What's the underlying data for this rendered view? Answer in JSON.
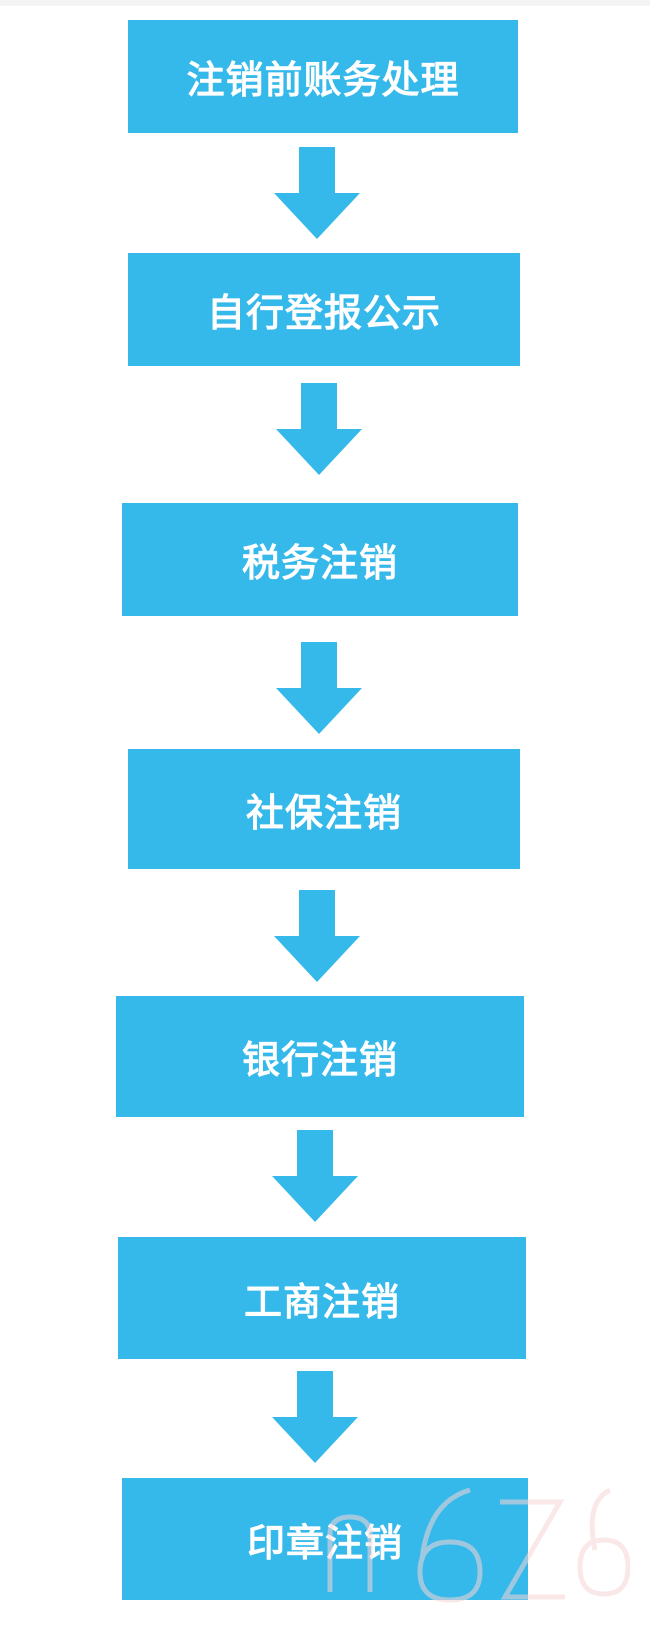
{
  "diagram": {
    "steps": [
      {
        "label": "注销前账务处理"
      },
      {
        "label": "自行登报公示"
      },
      {
        "label": "税务注销"
      },
      {
        "label": "社保注销"
      },
      {
        "label": "银行注销"
      },
      {
        "label": "工商注销"
      },
      {
        "label": "印章注销"
      }
    ],
    "colors": {
      "box": "#35b8ea",
      "arrow": "#35b8ea",
      "text": "#ffffff",
      "watermark": "#f7d6d6"
    },
    "watermark_icon": "faint-logo-watermark"
  }
}
